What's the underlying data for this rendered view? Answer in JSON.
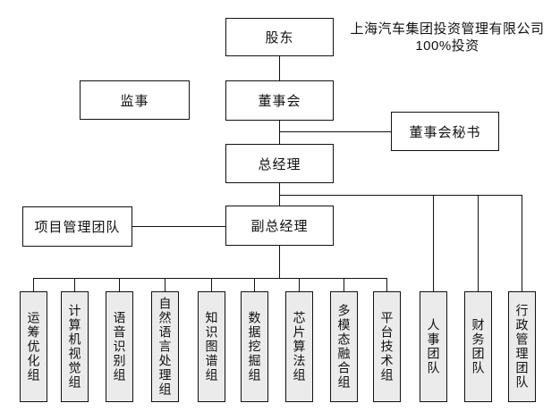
{
  "diagram": {
    "annotation": {
      "line1": "上海汽车集团投资管理有限公司",
      "line2": "100%投资"
    },
    "nodes": {
      "shareholder": {
        "label": "股东"
      },
      "supervisor": {
        "label": "监事"
      },
      "board": {
        "label": "董事会"
      },
      "board_secretary": {
        "label": "董事会秘书"
      },
      "general_manager": {
        "label": "总经理"
      },
      "project_management_team": {
        "label": "项目管理团队"
      },
      "deputy_general_manager": {
        "label": "副总经理"
      }
    },
    "departments": [
      "运筹优化组",
      "计算机视觉组",
      "语音识别组",
      "自然语言处理组",
      "知识图谱组",
      "数据挖掘组",
      "芯片算法组",
      "多模态融合组",
      "平台技术组",
      "人事团队",
      "财务团队",
      "行政管理团队"
    ],
    "colors": {
      "border": "#111111",
      "department_fill": "#ebebeb",
      "background": "#ffffff"
    }
  }
}
